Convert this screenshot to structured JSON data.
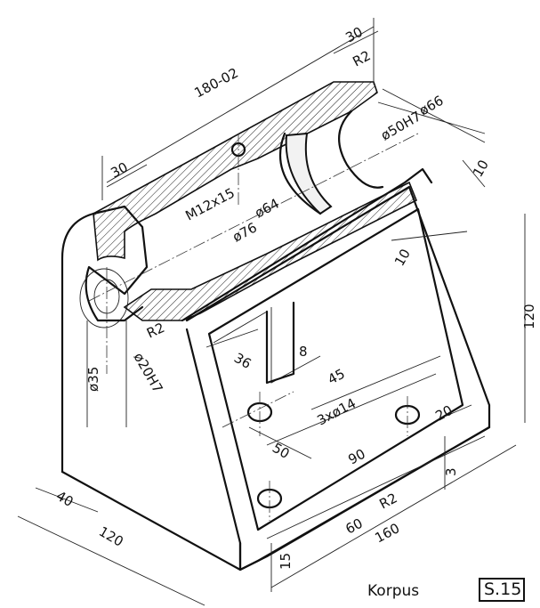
{
  "dimensions": {
    "d_30_top": "30",
    "d_r2_top": "R2",
    "d_180": "180-02",
    "d_66": "ø66",
    "d_50h7": "ø50H7",
    "d_30_left": "30",
    "d_m12": "M12x15",
    "d_64": "ø64",
    "d_76": "ø76",
    "d_10_right": "10",
    "d_10_mid": "10",
    "d_120_right": "120",
    "d_r2_left": "R2",
    "d_35": "ø35",
    "d_20h7": "ø20H7",
    "d_36": "36",
    "d_8": "8",
    "d_45": "45",
    "d_holes": "3xø14",
    "d_20": "20",
    "d_50": "50",
    "d_90": "90",
    "d_3": "3",
    "d_40": "40",
    "d_r2_bottom": "R2",
    "d_60": "60",
    "d_160": "160",
    "d_15": "15",
    "d_120_left": "120"
  },
  "title_block": {
    "part_name": "Korpus",
    "sheet_number": "S.15"
  }
}
